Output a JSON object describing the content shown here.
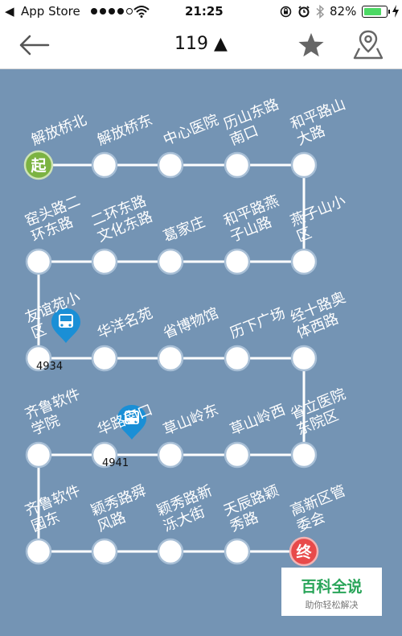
{
  "status_bar": {
    "carrier": "App Store",
    "time": "21:25",
    "battery": "82%",
    "battery_fraction": 0.82
  },
  "nav": {
    "title": "119 ▲",
    "back_icon": "back-arrow-icon",
    "favorite_icon": "star-icon",
    "map_icon": "map-pin-icon"
  },
  "route": {
    "start_marker": "起",
    "end_marker": "终",
    "stops": [
      "解放桥北",
      "解放桥东",
      "中心医院",
      "历山东路南口",
      "和平路山大路",
      "燕子山小区",
      "和平路燕子山路",
      "葛家庄",
      "二环东路文化东路",
      "窑头路二环东路",
      "友谊苑小区",
      "华洋名苑",
      "省博物馆",
      "历下广场",
      "经十路奥体西路",
      "省立医院东院区",
      "草山岭西",
      "草山岭东",
      "华路南口",
      "齐鲁软件学院",
      "齐鲁软件园东",
      "颖秀路舜风路",
      "颖秀路新泺大街",
      "天辰路颖秀路",
      "高新区管委会"
    ],
    "buses": [
      {
        "id": "4934",
        "stop_index": 10
      },
      {
        "id": "4941",
        "stop_index": 18
      }
    ]
  },
  "watermark": {
    "title": "百科全说",
    "subtitle": "助你轻松解决"
  }
}
